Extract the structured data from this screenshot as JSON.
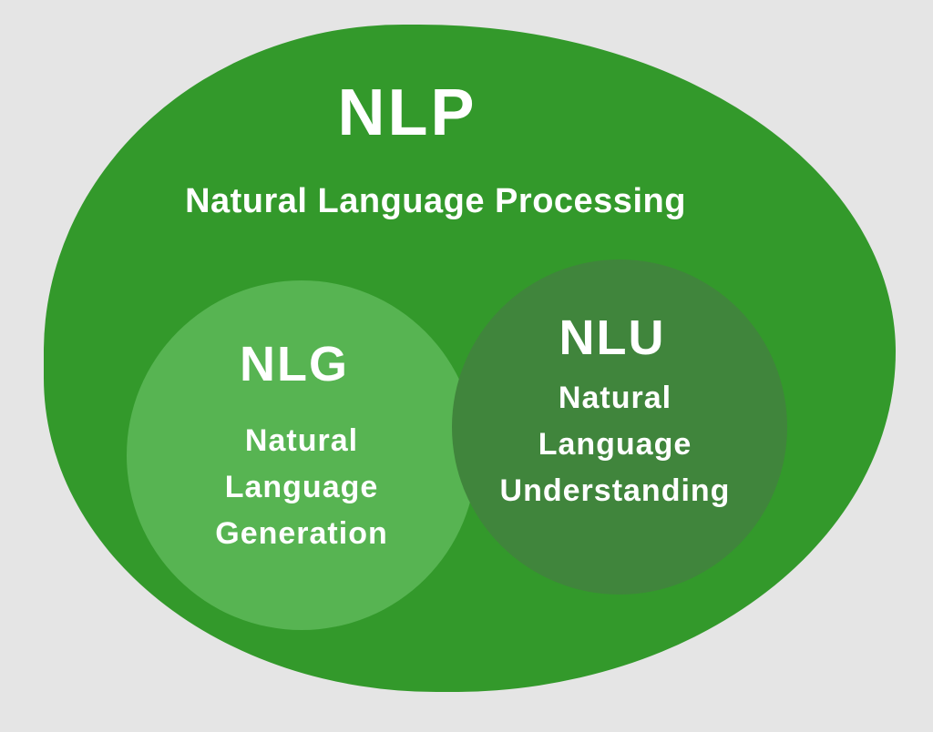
{
  "diagram": {
    "type": "euler-venn",
    "background_color": "#e5e5e5",
    "text_color": "#ffffff",
    "outer": {
      "abbr": "NLP",
      "label": "Natural Language Processing",
      "color": "#33992b"
    },
    "left_circle": {
      "abbr": "NLG",
      "label_lines": [
        "Natural",
        "Language",
        "Generation"
      ],
      "color": "#57b452"
    },
    "right_circle": {
      "abbr": "NLU",
      "label_lines": [
        "Natural",
        "Language",
        "Understanding"
      ],
      "color": "#40853c"
    }
  }
}
